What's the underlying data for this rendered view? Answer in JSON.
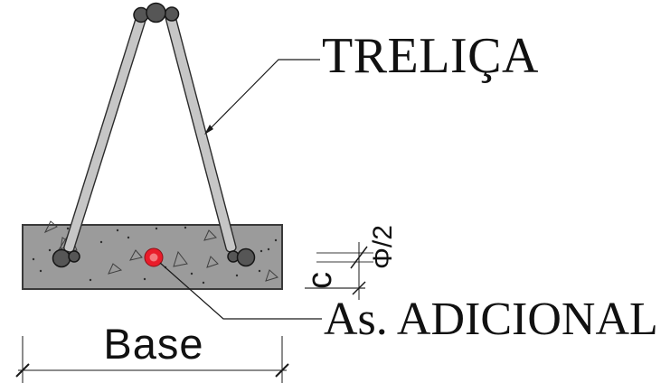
{
  "diagram": {
    "labels": {
      "truss": "TRELIÇA",
      "additional_steel": "As. ADICIONAL",
      "base": "Base",
      "half_diameter": "Φ/2",
      "cover": "c"
    },
    "colors": {
      "concrete_fill": "#9b9b9b",
      "concrete_outline": "#3a3a3a",
      "bar_fill": "#c6c6c6",
      "bar_outline": "#2b2b2b",
      "node_fill": "#565656",
      "node_outline": "#161616",
      "rebar_red": "#e91c2a",
      "rebar_red_light": "#f4797d",
      "line_color": "#1a1a1a",
      "extension_gray": "#7d7d7d"
    }
  }
}
